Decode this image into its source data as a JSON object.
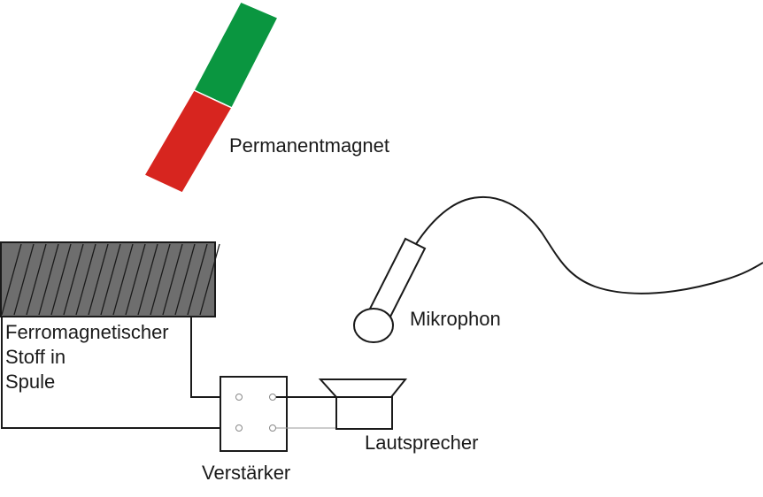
{
  "labels": {
    "magnet": "Permanentmagnet",
    "coil": [
      "Ferromagnetischer",
      "Stoff in",
      "Spule"
    ],
    "microphone": "Mikrophon",
    "amplifier": "Verstärker",
    "speaker": "Lautsprecher"
  },
  "colors": {
    "magnet_north": "#0a9640",
    "magnet_south": "#d7251f",
    "coil_fill": "#6e6e6e",
    "line": "#1a1a1a"
  }
}
